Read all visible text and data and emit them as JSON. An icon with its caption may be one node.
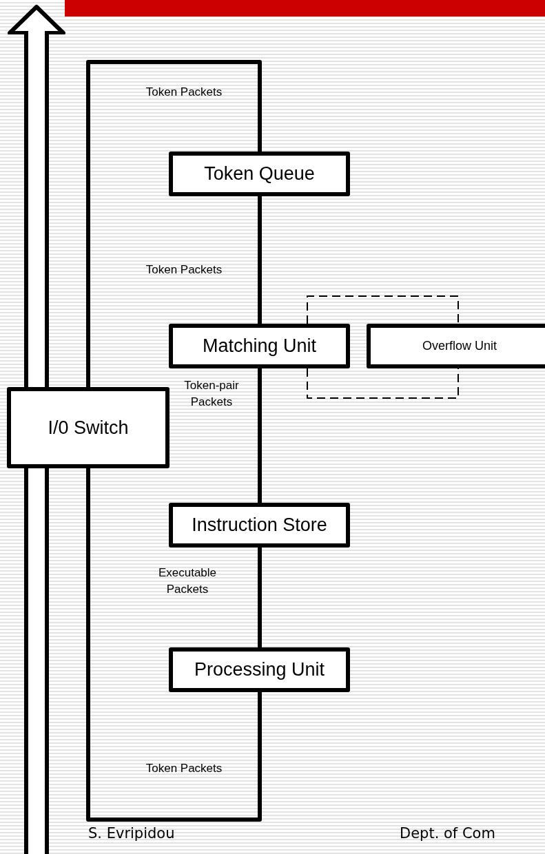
{
  "diagram": {
    "nodes": [
      {
        "text": [
          "Token Queue"
        ]
      },
      {
        "text": [
          "Matching Unit"
        ]
      },
      {
        "text": [
          "Overflow Unit"
        ]
      },
      {
        "text": [
          "I/0 Switch"
        ]
      },
      {
        "text": [
          "Instruction Store"
        ]
      },
      {
        "text": [
          "Processing Unit"
        ]
      }
    ],
    "edges": [
      {
        "from": 0,
        "to": 1,
        "arrow": "none",
        "label": "Token Packets"
      },
      {
        "from": 1,
        "to": 2,
        "arrow": "none",
        "style": "dashed"
      },
      {
        "from": 1,
        "to": 2,
        "arrow": "none",
        "style": "dashed"
      },
      {
        "from": 1,
        "to": 4,
        "arrow": "none",
        "label": "Token-pair Packets"
      },
      {
        "from": 4,
        "to": 5,
        "arrow": "none",
        "label": "Executable Packets"
      },
      {
        "from": 5,
        "to": 3,
        "arrow": "none",
        "label": "Token Packets"
      },
      {
        "from": 3,
        "to": 0,
        "arrow": "none",
        "label": "Token Packets"
      },
      {
        "from": null,
        "to": 3,
        "arrow": "none",
        "style": "thick"
      },
      {
        "from": 3,
        "to": null,
        "arrow": "to",
        "style": "thick"
      }
    ],
    "labels": [
      "S. Evripidou",
      "Dept. of Com"
    ]
  }
}
